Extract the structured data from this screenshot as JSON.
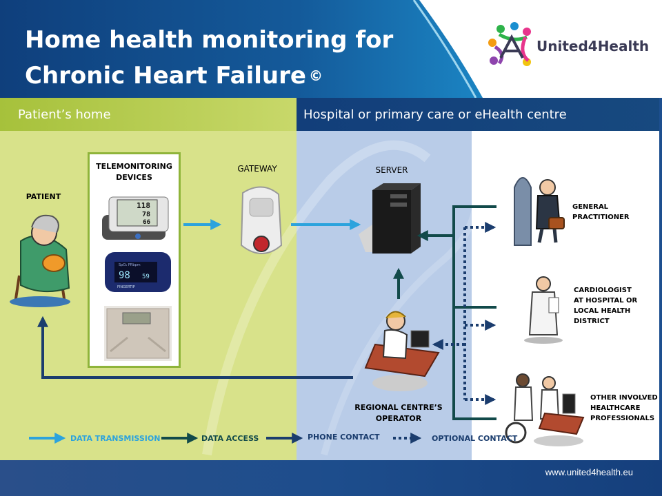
{
  "header": {
    "title_line1": "Home health monitoring for",
    "title_line2": "Chronic Heart Failure",
    "copyright": "©",
    "logo_text": "United4Health"
  },
  "zones": {
    "home": "Patient’s home",
    "hospital": "Hospital or primary care or eHealth centre"
  },
  "nodes": {
    "patient": "PATIENT",
    "devices_line1": "TELEMONITORING",
    "devices_line2": "DEVICES",
    "gateway": "GATEWAY",
    "server": "SERVER",
    "operator_line1": "REGIONAL CENTRE’S",
    "operator_line2": "OPERATOR",
    "gp_line1": "GENERAL",
    "gp_line2": "PRACTITIONER",
    "cardio_line1": "CARDIOLOGIST",
    "cardio_line2": "AT HOSPITAL OR",
    "cardio_line3": "LOCAL HEALTH",
    "cardio_line4": "DISTRICT",
    "other_line1": "OTHER INVOLVED",
    "other_line2": "HEALTHCARE",
    "other_line3": "PROFESSIONALS"
  },
  "devices": {
    "bp_top": "118",
    "bp_mid": "78",
    "bp_bot": "66",
    "oximeter_spo2": "98",
    "oximeter_pr": "59",
    "oximeter_brand": "FINGERTIP",
    "oximeter_head": "SpO₂ PRbpm"
  },
  "legend": {
    "data_transmission": "DATA TRANSMISSION",
    "data_access": "DATA ACCESS",
    "phone_contact": "PHONE CONTACT",
    "optional_contact": "OPTIONAL CONTACT"
  },
  "colors": {
    "transmission": "#2ca3dd",
    "access": "#124a4a",
    "phone": "#1b3d6e",
    "optional": "#1b3d6e"
  },
  "footer": {
    "url": "www.united4health.eu"
  }
}
